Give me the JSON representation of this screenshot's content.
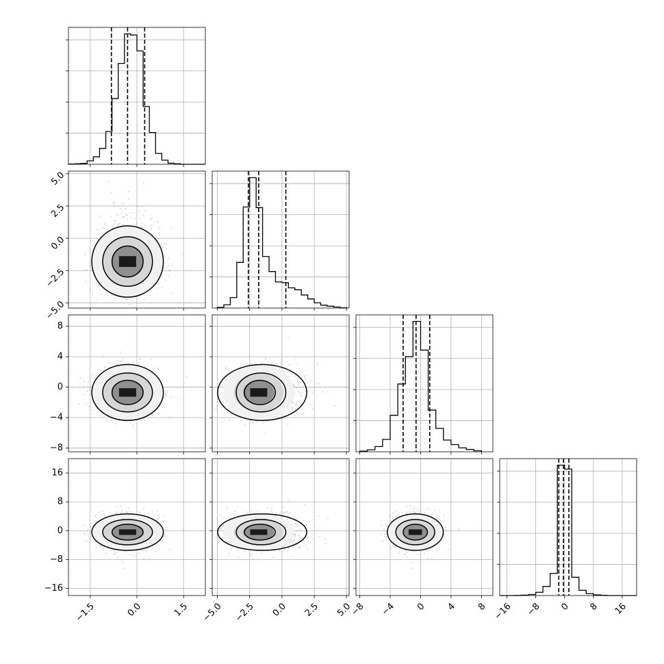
{
  "chart_data": {
    "type": "corner",
    "n_params": 4,
    "grid": true,
    "params": [
      {
        "range": [
          -2.2,
          2.2
        ],
        "ticks": [
          -1.5,
          0.0,
          1.5
        ],
        "tick_labels": [
          "−1.5",
          "0.0",
          "1.5"
        ],
        "center": -0.3,
        "sigma": 0.5,
        "quantiles": [
          -0.82,
          -0.3,
          0.25
        ],
        "hist_bins": [
          -2.2,
          -2.0,
          -1.8,
          -1.6,
          -1.4,
          -1.2,
          -1.0,
          -0.8,
          -0.6,
          -0.4,
          -0.2,
          0.0,
          0.2,
          0.4,
          0.6,
          0.8,
          1.0,
          1.2,
          1.4,
          1.6,
          1.8,
          2.0,
          2.2
        ],
        "hist_counts": [
          1,
          2,
          4,
          15,
          33,
          70,
          145,
          290,
          445,
          575,
          570,
          500,
          255,
          140,
          48,
          18,
          5,
          2,
          0,
          0,
          0,
          0
        ]
      },
      {
        "range": [
          -5.4,
          5.2
        ],
        "ticks": [
          -5.0,
          -2.5,
          0.0,
          2.5,
          5.0
        ],
        "tick_labels": [
          "−5.0",
          "−2.5",
          "0.0",
          "2.5",
          "5.0"
        ],
        "center": -1.8,
        "sigma": 1.2,
        "quantiles": [
          -2.6,
          -1.8,
          0.3
        ],
        "hist_bins": [
          -5.0,
          -4.5,
          -4.0,
          -3.5,
          -3.0,
          -2.5,
          -2.0,
          -1.5,
          -1.0,
          -0.5,
          0.0,
          0.5,
          1.0,
          1.5,
          2.0,
          2.5,
          3.0,
          3.5,
          4.0,
          4.5,
          5.0
        ],
        "hist_counts": [
          5,
          25,
          80,
          350,
          775,
          1000,
          770,
          395,
          280,
          200,
          195,
          155,
          140,
          100,
          70,
          40,
          22,
          14,
          8,
          2
        ]
      },
      {
        "range": [
          -8.5,
          9.5
        ],
        "ticks": [
          -8,
          -4,
          0,
          4,
          8
        ],
        "tick_labels": [
          "−8",
          "−4",
          "0",
          "4",
          "8"
        ],
        "center": -0.7,
        "sigma": 1.6,
        "quantiles": [
          -2.3,
          -0.6,
          1.2
        ],
        "hist_bins": [
          -8,
          -7,
          -6,
          -5,
          -4,
          -3,
          -2,
          -1,
          0,
          1,
          2,
          3,
          4,
          5,
          6,
          7,
          8
        ],
        "hist_counts": [
          5,
          15,
          40,
          95,
          280,
          520,
          730,
          1000,
          780,
          320,
          180,
          90,
          55,
          30,
          18,
          8
        ]
      },
      {
        "range": [
          -18,
          20
        ],
        "ticks": [
          -16,
          -8,
          0,
          8,
          16
        ],
        "tick_labels": [
          "−16",
          "−8",
          "0",
          "8",
          "16"
        ],
        "center": -0.4,
        "sigma": 2.2,
        "quantiles": [
          -1.6,
          -0.3,
          1.2
        ],
        "hist_bins": [
          -18,
          -16,
          -14,
          -12,
          -10,
          -8,
          -6,
          -4,
          -2,
          0,
          2,
          4,
          6,
          8,
          10,
          12,
          14,
          16,
          18,
          20
        ],
        "hist_counts": [
          0,
          0,
          1,
          3,
          8,
          25,
          70,
          170,
          1000,
          970,
          140,
          40,
          15,
          5,
          2,
          0,
          0,
          0,
          0
        ]
      }
    ],
    "pairs": [
      {
        "row": 1,
        "col": 0,
        "rho": 0.05
      },
      {
        "row": 2,
        "col": 0,
        "rho": 0.0
      },
      {
        "row": 2,
        "col": 1,
        "rho": 0.15
      },
      {
        "row": 3,
        "col": 0,
        "rho": 0.0
      },
      {
        "row": 3,
        "col": 1,
        "rho": -0.1
      },
      {
        "row": 3,
        "col": 2,
        "rho": 0.0
      }
    ]
  }
}
